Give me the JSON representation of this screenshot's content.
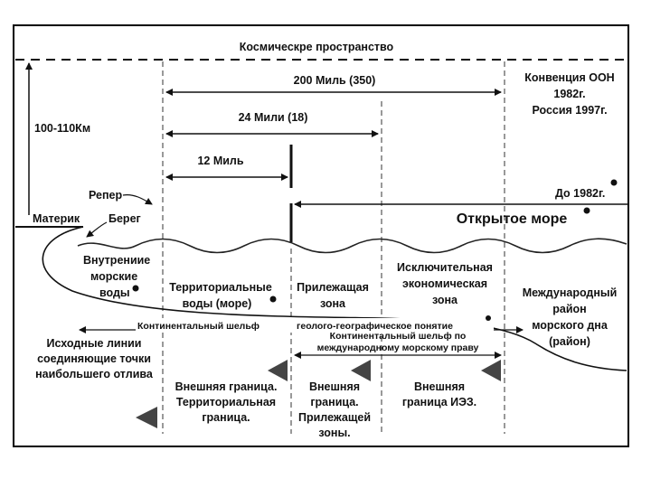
{
  "labels": {
    "space": "Космическре пространство",
    "altitude": "100-110Км",
    "miles200": "200 Миль (350)",
    "miles24": "24 Мили (18)",
    "miles12": "12 Миль",
    "convention": [
      "Конвенция ООН",
      "1982г.",
      "Россия 1997г."
    ],
    "reper": "Репер",
    "mainland": "Материк",
    "shore": "Берег",
    "until1982": "До 1982г.",
    "open_sea": "Открытое море",
    "internal_waters": [
      "Внутрениие",
      "морские",
      "воды"
    ],
    "territorial_waters": [
      "Территориальные",
      "воды (море)"
    ],
    "contiguous_zone": [
      "Прилежащая",
      "зона"
    ],
    "eez": [
      "Исключительная",
      "экономическая",
      "зона"
    ],
    "intl_seabed": [
      "Международный",
      "район",
      "морского дна",
      "(район)"
    ],
    "shelf_left": "Континентальный шельф",
    "shelf_right": "геолого-географическое понятие",
    "shelf_law": [
      "Континентальный шельф по",
      "международному морскому праву"
    ],
    "baselines": [
      "Исходные линии",
      "соединяющие точки",
      "наибольшего отлива"
    ],
    "outer_territorial": [
      "Внешняя граница.",
      "Территориальная",
      "граница."
    ],
    "outer_contiguous": [
      "Внешняя",
      "граница.",
      "Прилежащей",
      "зоны."
    ],
    "outer_eez": [
      "Внешняя",
      "граница ИЭЗ."
    ]
  },
  "colors": {
    "ink": "#111111",
    "frame": "#000000",
    "marker": "#444444"
  },
  "icons": [
    "zone-boundary-marker-icon",
    "dot-marker-icon"
  ]
}
